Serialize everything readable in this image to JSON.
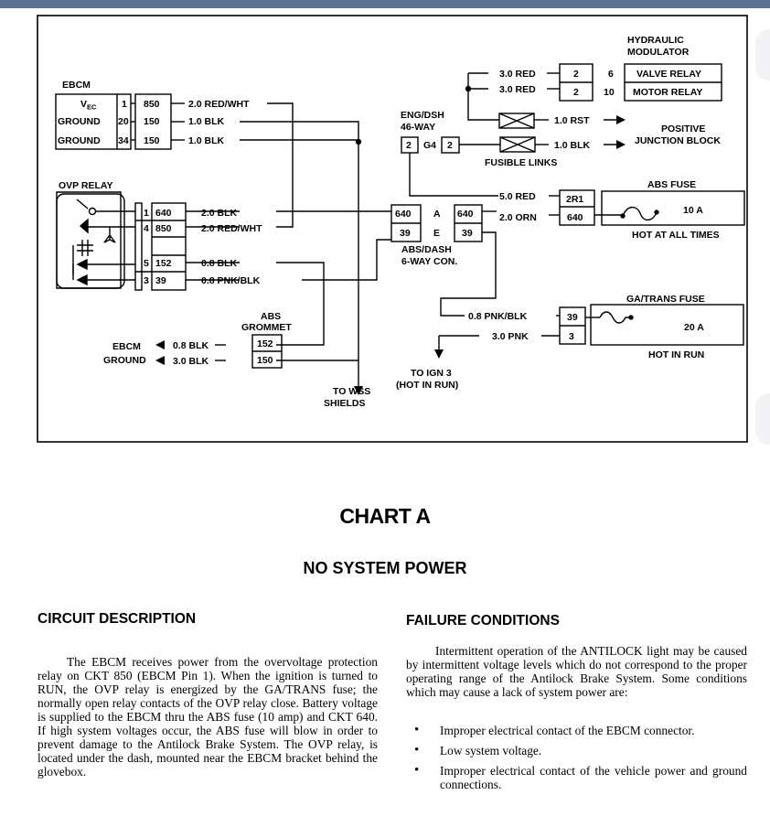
{
  "diagram": {
    "ebcm": {
      "title": "EBCM",
      "v_ec": "V",
      "v_ec_sub": "EC",
      "ground": "GROUND",
      "pins": [
        "1",
        "20",
        "34"
      ],
      "ckts": [
        "850",
        "150",
        "150"
      ],
      "wires": [
        "2.0 RED/WHT",
        "1.0 BLK",
        "1.0 BLK"
      ]
    },
    "ovp_relay": {
      "title": "OVP RELAY",
      "pins": [
        "1",
        "4",
        "5",
        "3"
      ],
      "ckts": [
        "640",
        "850",
        "152",
        "39"
      ],
      "wires": [
        "2.0 BLK",
        "2.0 RED/WHT",
        "0.8 BLK",
        "0.8 PNK/BLK"
      ]
    },
    "hydraulic_modulator": {
      "title_line1": "HYDRAULIC",
      "title_line2": "MODULATOR",
      "wires": [
        "3.0 RED",
        "3.0 RED"
      ],
      "ckts": [
        "2",
        "2"
      ],
      "pins": [
        "6",
        "10"
      ],
      "relays": [
        "VALVE RELAY",
        "MOTOR RELAY"
      ]
    },
    "positive_junction": {
      "wire1": "1.0 RST",
      "wire2": "1.0 BLK",
      "line1": "POSITIVE",
      "line2": "JUNCTION BLOCK"
    },
    "eng_dsh": {
      "line1": "ENG/DSH",
      "line2": "46-WAY",
      "left": "2",
      "mid": "G4",
      "right": "2"
    },
    "fusible_links": "FUSIBLE LINKS",
    "abs_fuse": {
      "title": "ABS FUSE",
      "wires": [
        "5.0 RED",
        "2.0 ORN"
      ],
      "ckts": [
        "2R1",
        "640"
      ],
      "rating": "10 A",
      "note": "HOT AT ALL TIMES"
    },
    "abs_dash": {
      "left": [
        "640",
        "39"
      ],
      "mid": [
        "A",
        "E"
      ],
      "right": [
        "640",
        "39"
      ],
      "line1": "ABS/DASH",
      "line2": "6-WAY CON."
    },
    "ga_trans_fuse": {
      "title": "GA/TRANS FUSE",
      "wires": [
        "0.8 PNK/BLK",
        "3.0 PNK"
      ],
      "ckts": [
        "39",
        "3"
      ],
      "rating": "20 A",
      "note": "HOT IN RUN"
    },
    "abs_grommet": {
      "title_line1": "ABS",
      "title_line2": "GROMMET",
      "ckts": [
        "152",
        "150"
      ]
    },
    "ebcm_ground": {
      "line1": "EBCM",
      "line2": "GROUND",
      "wires": [
        "0.8 BLK",
        "3.0 BLK"
      ]
    },
    "to_wss": {
      "line1": "TO WSS",
      "line2": "SHIELDS"
    },
    "to_ign3": {
      "line1": "TO IGN 3",
      "line2": "(HOT IN RUN)"
    }
  },
  "chart_title": "CHART A",
  "chart_subtitle": "NO SYSTEM POWER",
  "circuit_description": {
    "heading": "CIRCUIT DESCRIPTION",
    "text": "The EBCM receives power from the overvoltage protection relay on CKT 850 (EBCM Pin 1). When the ignition is turned to RUN, the OVP relay is energized by the GA/TRANS fuse; the normally open relay contacts of the OVP relay close. Battery voltage is supplied to the EBCM thru the ABS fuse (10 amp) and CKT 640. If high system voltages occur, the ABS fuse will blow in order to prevent damage to the Antilock Brake System. The OVP relay, is located under the dash, mounted near the EBCM bracket behind the glovebox."
  },
  "failure_conditions": {
    "heading": "FAILURE CONDITIONS",
    "text": "Intermittent operation of the ANTILOCK light may be caused by intermittent voltage levels which do not correspond to the proper operating range of the Antilock Brake System. Some conditions which may cause a lack of system power are:",
    "bullets": [
      "Improper electrical contact of the EBCM connector.",
      "Low system voltage.",
      "Improper electrical contact of the vehicle power and ground connections."
    ]
  }
}
